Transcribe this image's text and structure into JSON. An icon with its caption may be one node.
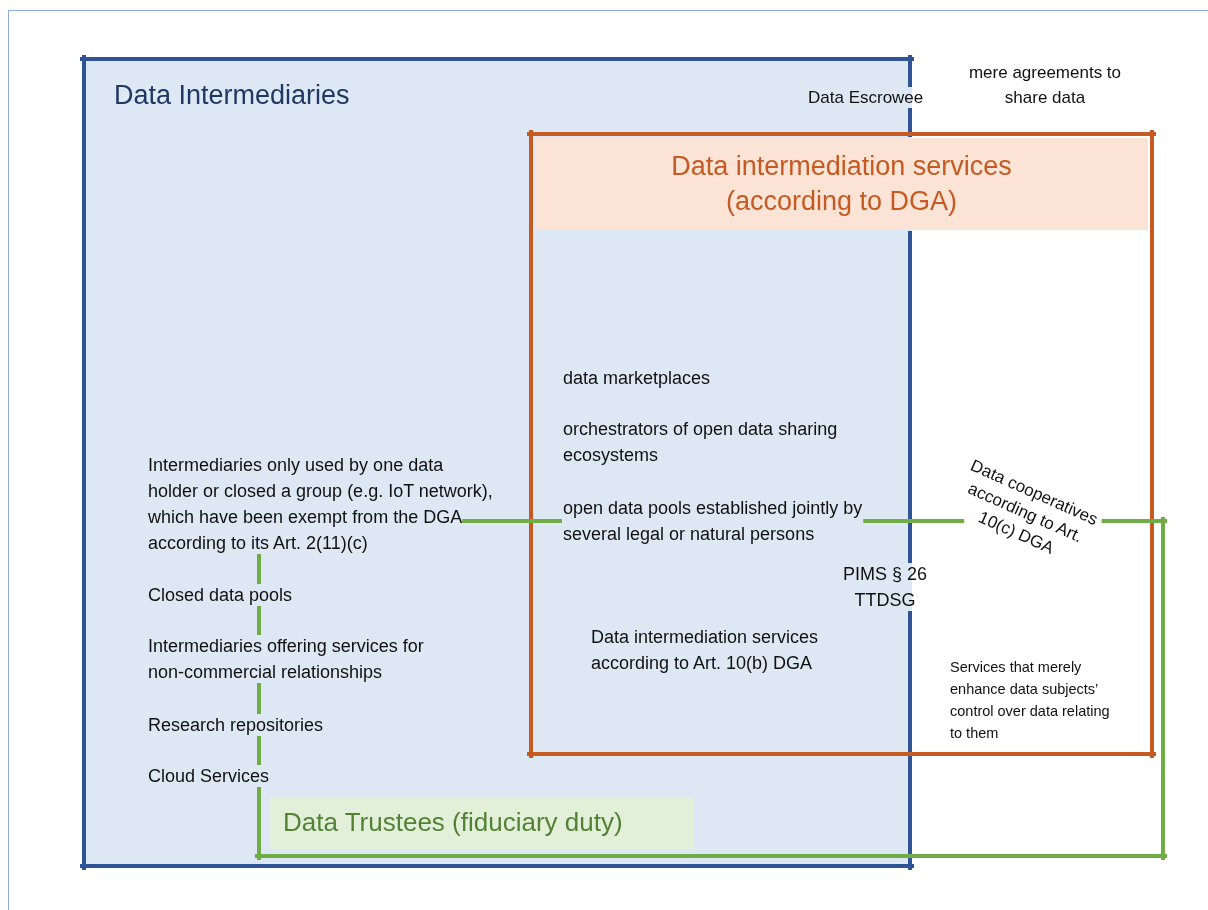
{
  "diagram": {
    "nodes": [
      {
        "text": [
          "Data Intermediaries"
        ]
      },
      {
        "text": [
          "Data intermediation services (according to DGA)"
        ]
      },
      {
        "text": [
          "Data Trustees (fiduciary duty)"
        ]
      }
    ],
    "labels": [
      "Data Escrowee",
      "mere agreements to share data",
      "data marketplaces",
      "orchestrators of open data sharing ecosystems",
      "open data pools established jointly by several legal or natural persons",
      "Data cooperatives according to Art. 10(c) DGA",
      "Intermediaries only used by one data holder or closed a group (e.g. IoT network), which have been exempt from the DGA according to its Art. 2(11)(c)",
      "PIMS § 26 TTDSG",
      "Closed data pools",
      "Intermediaries offering services for non-commercial relationships",
      "Data intermediation services according to Art. 10(b) DGA",
      "Services that merely enhance data subjects’ control over data relating to them",
      "Research repositories",
      "Cloud Services"
    ]
  }
}
